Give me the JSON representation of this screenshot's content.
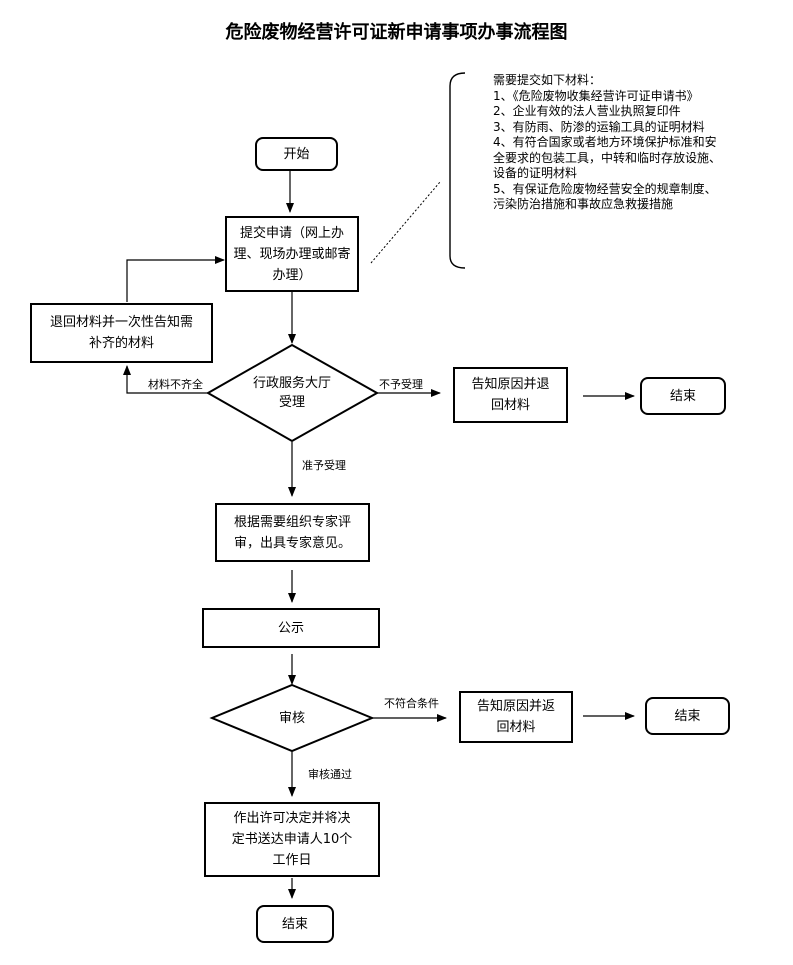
{
  "title": "危险废物经营许可证新申请事项办事流程图",
  "materials": {
    "heading": "需要提交如下材料：",
    "items": [
      "1、《危险废物收集经营许可证申请书》",
      "2、企业有效的法人营业执照复印件",
      "3、有防雨、防渗的运输工具的证明材料",
      "4、有符合国家或者地方环境保护标准和安全要求的包装工具，中转和临时存放设施、设备的证明材料",
      "5、有保证危险废物经营安全的规章制度、污染防治措施和事故应急救援措施"
    ]
  },
  "nodes": {
    "start": "开始",
    "submit": "提交申请（网上办理、现场办理或邮寄办理）",
    "return_materials": "退回材料并一次性告知需补齐的材料",
    "hall": "行政服务大厅受理",
    "reject_notice": "告知原因并退回材料",
    "end1": "结束",
    "expert": "根据需要组织专家评审，出具专家意见。",
    "publicity": "公示",
    "review": "审核",
    "fail_notice": "告知原因并返回材料",
    "end2": "结束",
    "decision": "作出许可决定并将决定书送达申请人10个工作日",
    "end3": "结束"
  },
  "edge_labels": {
    "incomplete": "材料不齐全",
    "not_accepted": "不予受理",
    "accepted": "准予受理",
    "not_qualified": "不符合条件",
    "passed": "审核通过"
  }
}
